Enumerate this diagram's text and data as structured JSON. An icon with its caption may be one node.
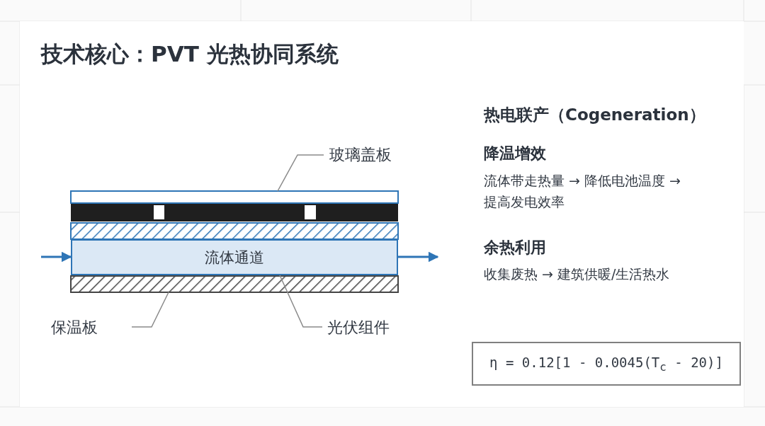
{
  "diagram": {
    "title": "技术核心：PVT 光热协同系统",
    "nodes": [
      {
        "text": [
          "玻璃盖板"
        ]
      },
      {
        "text": [],
        "shape": "box"
      },
      {
        "text": [
          "流体通道"
        ]
      },
      {
        "text": [
          "保温板"
        ]
      },
      {
        "text": [],
        "shape": "box"
      },
      {
        "text": [
          "光伏组件"
        ]
      }
    ],
    "edges": [
      {
        "from": 0,
        "to": 1,
        "arrow": "none"
      },
      {
        "from": null,
        "to": 2,
        "arrow": "to",
        "color": "#2e75b6"
      },
      {
        "from": 2,
        "to": null,
        "arrow": "to",
        "color": "#2e75b6"
      },
      {
        "from": 3,
        "to": 4,
        "arrow": "none"
      },
      {
        "from": 5,
        "to": 2,
        "arrow": "none"
      }
    ],
    "labels": [
      "热电联产（Cogeneration）",
      "降温增效",
      "流体带走热量 → 降低电池温度 → 提高发电效率",
      "余热利用",
      "收集废热 → 建筑供暖/生活热水",
      "η = 0.12[1 - 0.0045(T$_{c}$ - 20)]"
    ]
  }
}
